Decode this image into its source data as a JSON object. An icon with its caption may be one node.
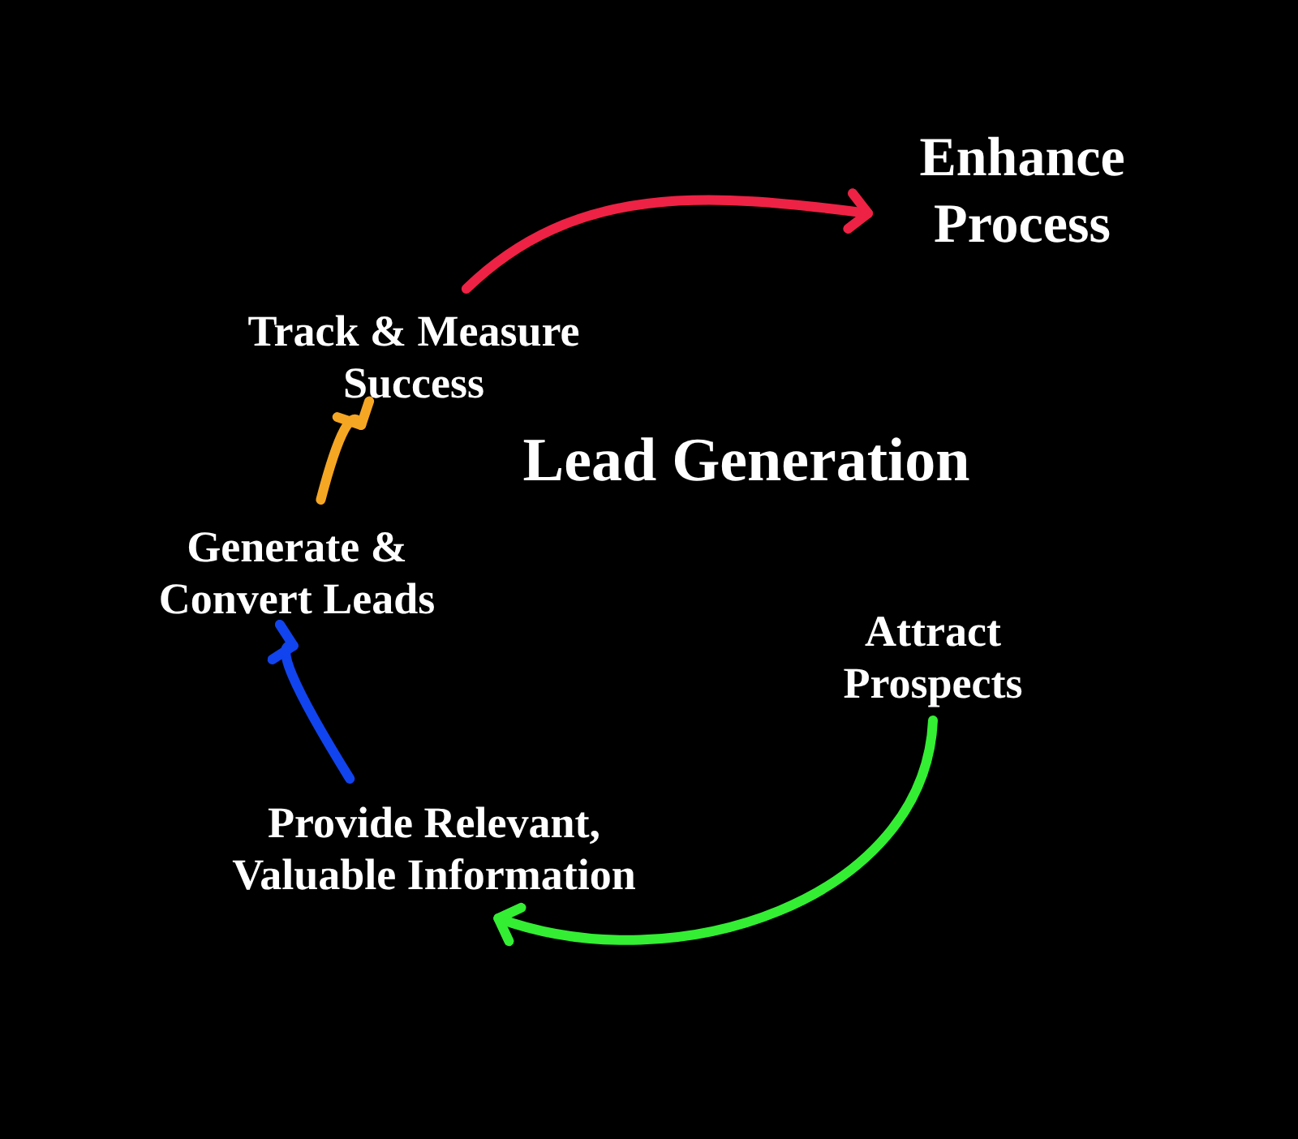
{
  "diagram": {
    "title": "Lead Generation",
    "nodes": [
      {
        "text": [
          "Attract Prospects"
        ]
      },
      {
        "text": [
          "Provide Relevant, Valuable Information"
        ]
      },
      {
        "text": [
          "Generate & Convert Leads"
        ]
      },
      {
        "text": [
          "Track & Measure Success"
        ]
      },
      {
        "text": [
          "Enhance Process"
        ]
      }
    ],
    "edges": [
      {
        "from": 0,
        "to": 1,
        "arrow": "to",
        "color": "#33ee33"
      },
      {
        "from": 1,
        "to": 2,
        "arrow": "to",
        "color": "#1144ee"
      },
      {
        "from": 2,
        "to": 3,
        "arrow": "to",
        "color": "#f5a623"
      },
      {
        "from": 3,
        "to": 4,
        "arrow": "to",
        "color": "#ee2244"
      }
    ]
  }
}
